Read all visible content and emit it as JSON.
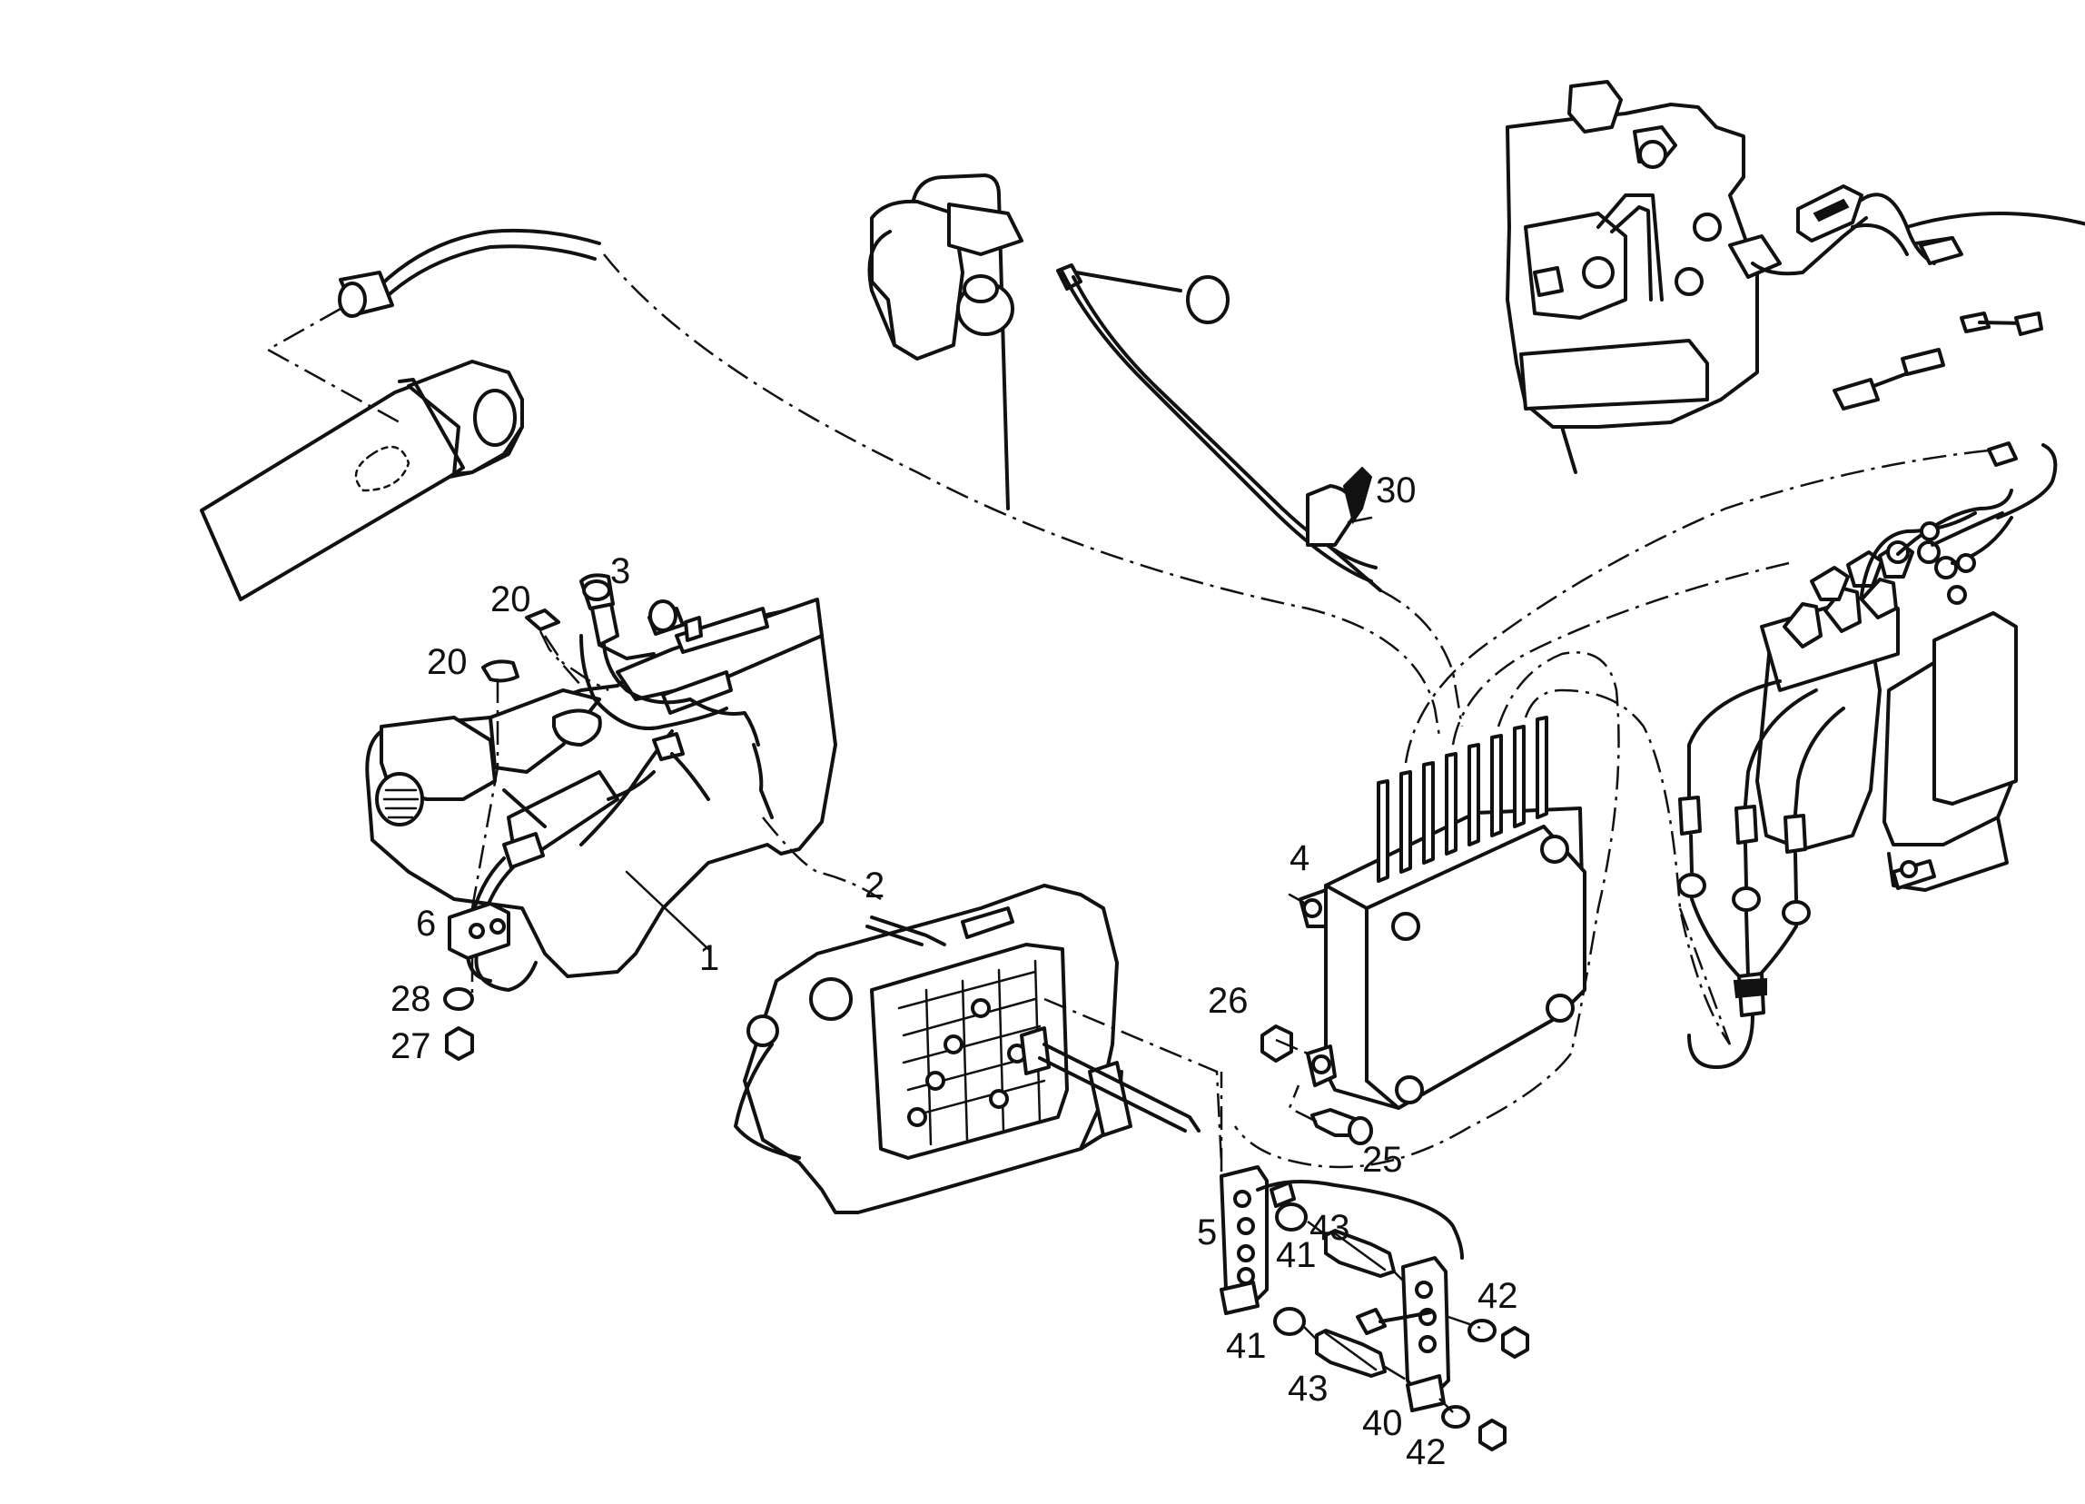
{
  "callouts": [
    {
      "id": "c1",
      "text": "1"
    },
    {
      "id": "c2",
      "text": "2"
    },
    {
      "id": "c3",
      "text": "3"
    },
    {
      "id": "c4",
      "text": "4"
    },
    {
      "id": "c5",
      "text": "5"
    },
    {
      "id": "c6",
      "text": "6"
    },
    {
      "id": "c20a",
      "text": "20"
    },
    {
      "id": "c20b",
      "text": "20"
    },
    {
      "id": "c25",
      "text": "25"
    },
    {
      "id": "c26",
      "text": "26"
    },
    {
      "id": "c27",
      "text": "27"
    },
    {
      "id": "c28",
      "text": "28"
    },
    {
      "id": "c30",
      "text": "30"
    },
    {
      "id": "c40",
      "text": "40"
    },
    {
      "id": "c41a",
      "text": "41"
    },
    {
      "id": "c41b",
      "text": "41"
    },
    {
      "id": "c42a",
      "text": "42"
    },
    {
      "id": "c42b",
      "text": "42"
    },
    {
      "id": "c43a",
      "text": "43"
    },
    {
      "id": "c43b",
      "text": "43"
    }
  ]
}
